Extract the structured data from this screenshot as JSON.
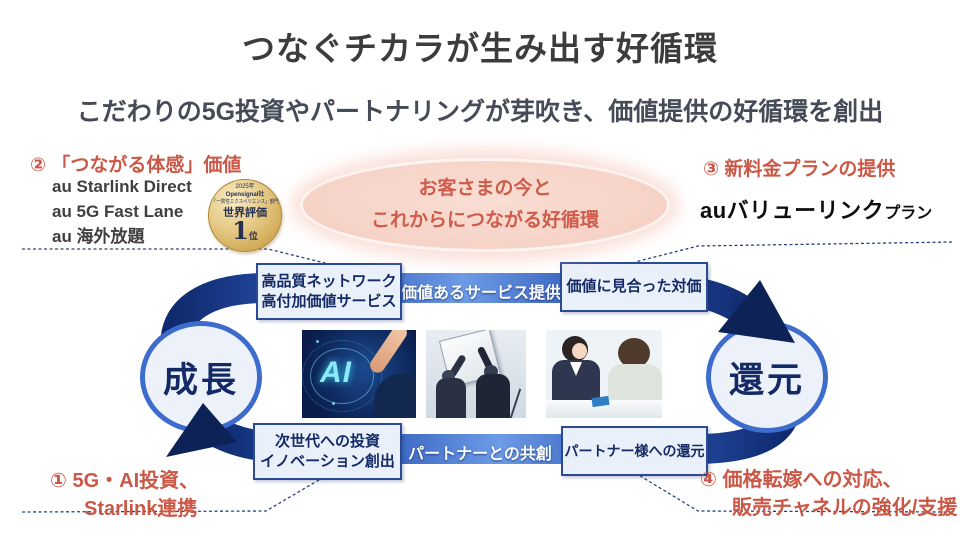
{
  "slide": {
    "title": "つなぐチカラが生み出す好循環",
    "subtitle": "こだわりの5G投資やパートナリングが芽吹き、価値提供の好循環を創出"
  },
  "sections": {
    "value_experience": {
      "heading": "② 「つながる体感」価値",
      "items": [
        "au Starlink Direct",
        "au 5G Fast Lane",
        "au 海外放題"
      ]
    },
    "new_plan": {
      "heading": "③ 新料金プランの提供",
      "logo_main": "auバリューリンク",
      "logo_sub": "プラン"
    },
    "investment": {
      "line1": "① 5G・AI投資、",
      "line2": "Starlink連携"
    },
    "price_pass": {
      "line1": "④ 価格転嫁への対応、",
      "line2": "販売チャネルの強化/支援"
    }
  },
  "award_badge": {
    "year": "2025年",
    "company": "Opensignal社",
    "category": "「一貫性エクスペリエンス」部門",
    "evaluation": "世界評価",
    "rank_number": "1",
    "rank_suffix": "位"
  },
  "customer_ellipse": {
    "line1": "お客さまの今と",
    "line2": "これからにつながる好循環"
  },
  "cycle": {
    "left_node": "成長",
    "right_node": "還元",
    "top_left_box": {
      "line1": "高品質ネットワーク",
      "line2": "高付加価値サービス"
    },
    "top_arrow_label": "価値あるサービス提供",
    "top_right_box": "価値に見合った対価",
    "bottom_left_box": {
      "line1": "次世代への投資",
      "line2": "イノベーション創出"
    },
    "bottom_arrow_label": "パートナーとの共創",
    "bottom_right_box": "パートナー様への還元"
  },
  "photos": {
    "ai_label": "AI"
  },
  "colors": {
    "accent_red": "#cb5846",
    "navy_text": "#132a66",
    "arrow_dark": "#0d2257",
    "arrow_mid": "#2a55b4",
    "arrow_light": "#6d9be6",
    "box_fill": "#eaf0fa",
    "box_border": "#2b4a96",
    "ellipse_fill": "#f8d8cd",
    "badge_gold": "#d9b868",
    "connector_navy": "#2a4380"
  }
}
